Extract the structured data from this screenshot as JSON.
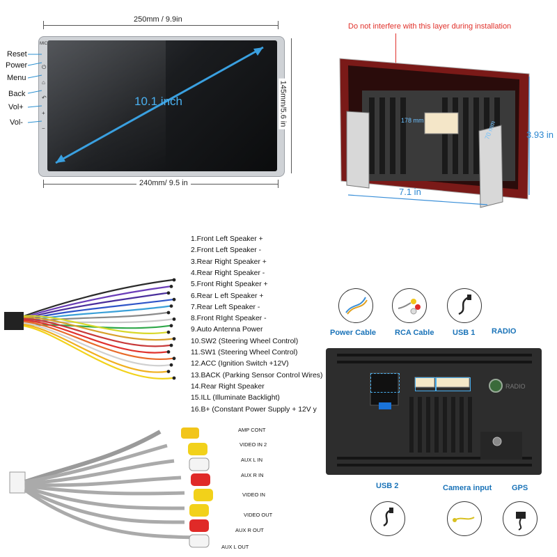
{
  "screen": {
    "top_dim": "250mm / 9.9in",
    "bottom_dim": "240mm/ 9.5 in",
    "side_dim": "145mm/5.6 in",
    "diag": "10.1 inch",
    "mic_label": "MIC",
    "buttons": [
      "Reset",
      "Power",
      "Menu",
      "Back",
      "Vol+",
      "Vol-"
    ]
  },
  "frame": {
    "warning": "Do not interfere with this layer during installation",
    "width_label": "7.1 in",
    "height_label": "3.93 in",
    "depth_label": "178 mm",
    "small_label": "70 mm"
  },
  "wiring": {
    "items": [
      "1.Front Left Speaker +",
      "2.Front Left Speaker -",
      "3.Rear Right Speaker +",
      "4.Rear Right Speaker -",
      "5.Front Right Speaker +",
      "6.Rear L eft Speaker +",
      "7.Rear Left Speaker -",
      "8.Front RIght Speaker -",
      "9.Auto Antenna Power",
      "10.SW2 (Steering Wheel Control)",
      "11.SW1 (Steering Wheel Control)",
      "12.ACC (Ignition Switch +12V)",
      "13.BACK (Parking Sensor Control Wires)",
      "14.Rear Right Speaker",
      "15.ILL (Illuminate Backlight)",
      "16.B+ (Constant Power Supply + 12V y"
    ],
    "colors": [
      "#2b2b2b",
      "#6a3db8",
      "#4a2f9c",
      "#2f55c8",
      "#3aa0d8",
      "#8a8a8a",
      "#c8c8c8",
      "#2fa84a",
      "#d8d82a",
      "#d8a02a",
      "#c83a3a",
      "#e0322e",
      "#e86a2a",
      "#d0d0d0",
      "#f0b020",
      "#f2d21a"
    ]
  },
  "rca": {
    "labels": [
      "AMP CONT",
      "VIDEO IN 2",
      "AUX L IN",
      "AUX R IN",
      "VIDEO IN",
      "VIDEO OUT",
      "AUX R OUT",
      "AUX L OUT"
    ]
  },
  "ports": {
    "power_cable": "Power Cable",
    "rca_cable": "RCA Cable",
    "usb1": "USB 1",
    "radio": "RADIO",
    "radio_engraved": "RADIO",
    "usb2": "USB 2",
    "camera": "Camera input",
    "gps": "GPS"
  }
}
